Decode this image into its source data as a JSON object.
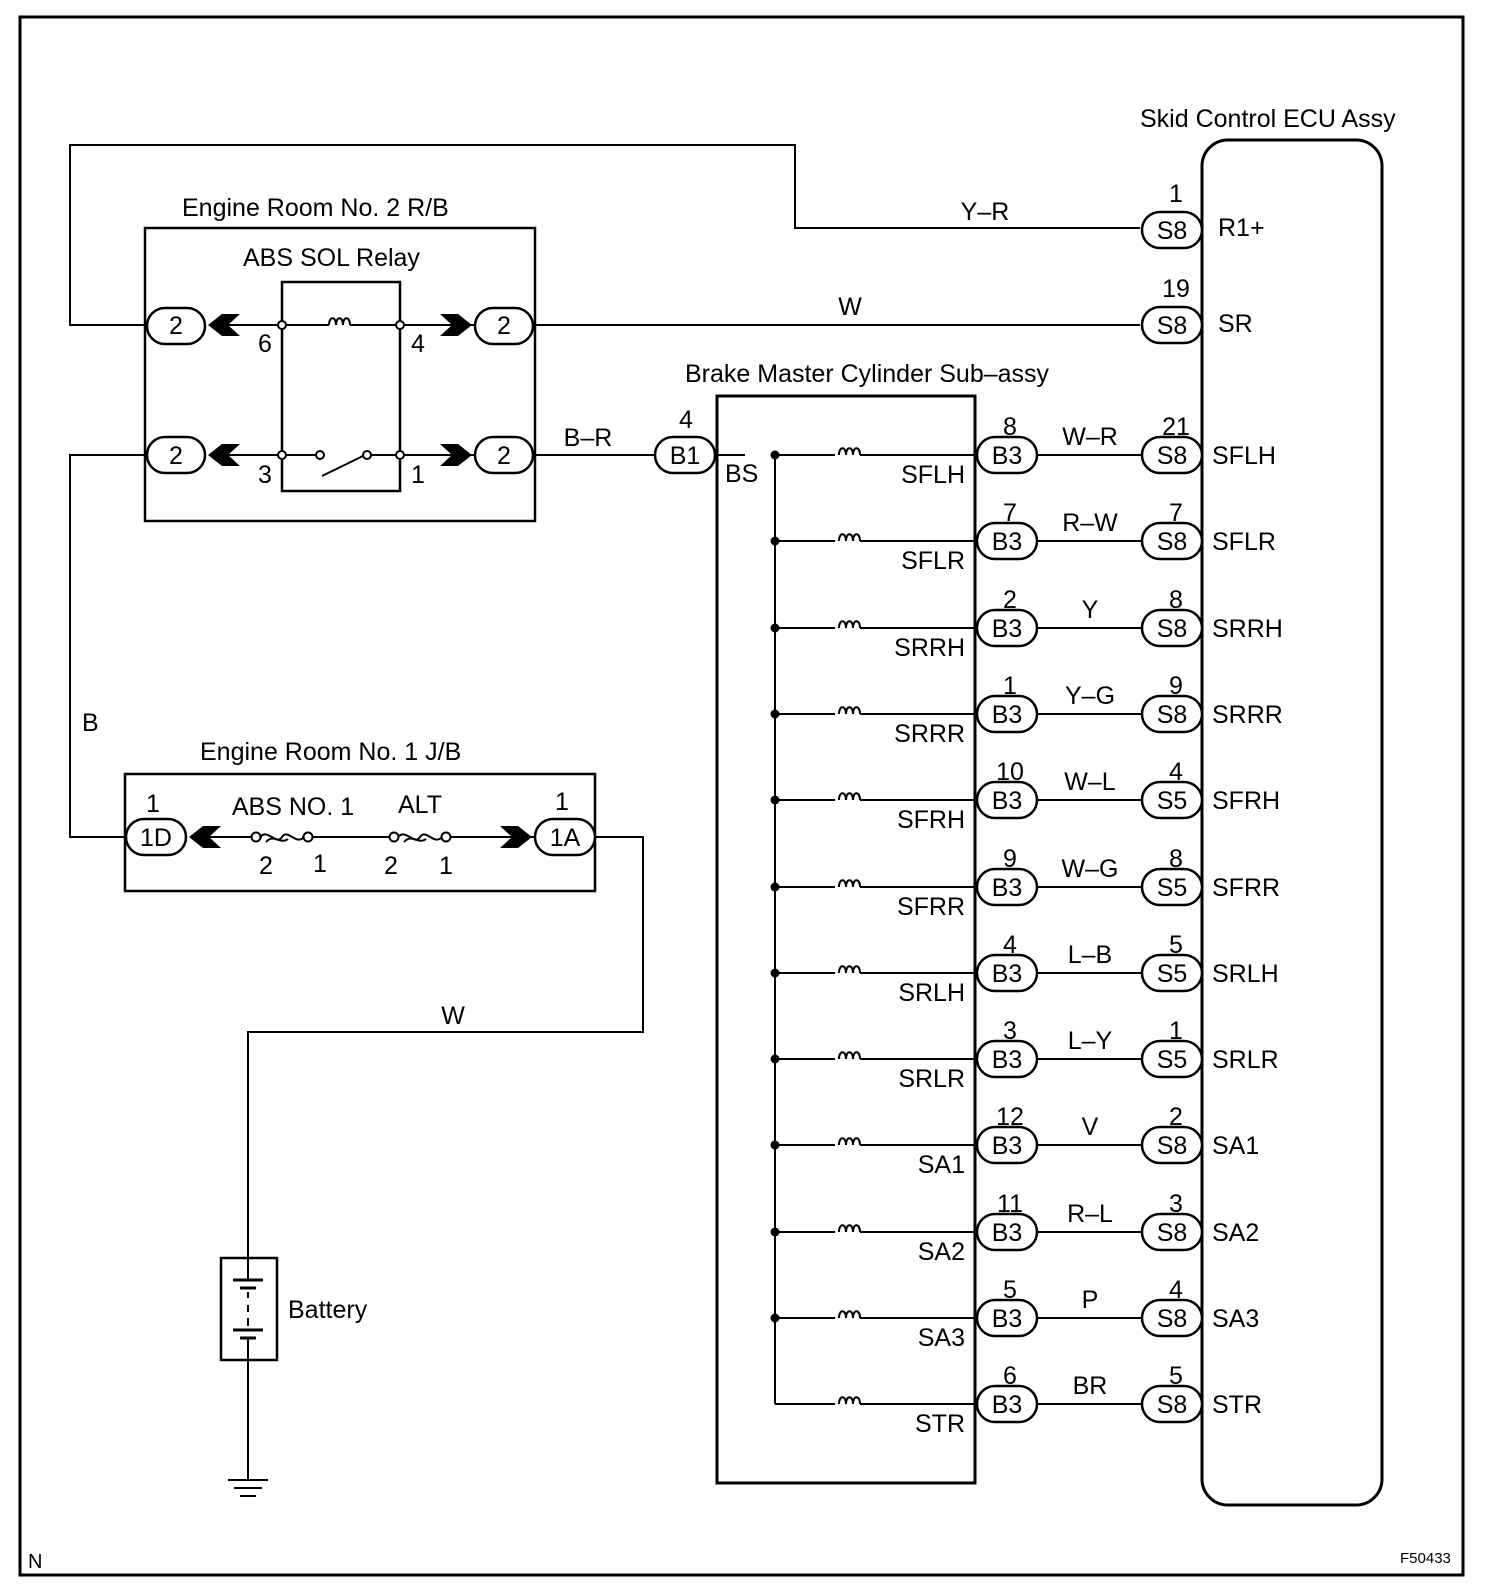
{
  "titles": {
    "ecu": "Skid Control ECU Assy",
    "rb2": "Engine Room No. 2 R/B",
    "relay": "ABS SOL Relay",
    "bmc": "Brake Master Cylinder Sub–assy",
    "jb1": "Engine Room No. 1 J/B",
    "battery": "Battery"
  },
  "relay": {
    "connector": "2",
    "pins": [
      "6",
      "4",
      "3",
      "1"
    ]
  },
  "top_wires": [
    {
      "color": "Y–R",
      "pin": "1",
      "conn": "S8",
      "signal": "R1+"
    },
    {
      "color": "W",
      "pin": "19",
      "conn": "S8",
      "signal": "SR"
    }
  ],
  "bmc": {
    "input_color": "B–R",
    "input_pin": "4",
    "input_conn": "B1",
    "bus_label": "BS"
  },
  "solenoids": [
    {
      "name": "SFLH",
      "b3_pin": "8",
      "color": "W–R",
      "ecu_pin": "21",
      "ecu_conn": "S8",
      "signal": "SFLH"
    },
    {
      "name": "SFLR",
      "b3_pin": "7",
      "color": "R–W",
      "ecu_pin": "7",
      "ecu_conn": "S8",
      "signal": "SFLR"
    },
    {
      "name": "SRRH",
      "b3_pin": "2",
      "color": "Y",
      "ecu_pin": "8",
      "ecu_conn": "S8",
      "signal": "SRRH"
    },
    {
      "name": "SRRR",
      "b3_pin": "1",
      "color": "Y–G",
      "ecu_pin": "9",
      "ecu_conn": "S8",
      "signal": "SRRR"
    },
    {
      "name": "SFRH",
      "b3_pin": "10",
      "color": "W–L",
      "ecu_pin": "4",
      "ecu_conn": "S5",
      "signal": "SFRH"
    },
    {
      "name": "SFRR",
      "b3_pin": "9",
      "color": "W–G",
      "ecu_pin": "8",
      "ecu_conn": "S5",
      "signal": "SFRR"
    },
    {
      "name": "SRLH",
      "b3_pin": "4",
      "color": "L–B",
      "ecu_pin": "5",
      "ecu_conn": "S5",
      "signal": "SRLH"
    },
    {
      "name": "SRLR",
      "b3_pin": "3",
      "color": "L–Y",
      "ecu_pin": "1",
      "ecu_conn": "S5",
      "signal": "SRLR"
    },
    {
      "name": "SA1",
      "b3_pin": "12",
      "color": "V",
      "ecu_pin": "2",
      "ecu_conn": "S8",
      "signal": "SA1"
    },
    {
      "name": "SA2",
      "b3_pin": "11",
      "color": "R–L",
      "ecu_pin": "3",
      "ecu_conn": "S8",
      "signal": "SA2"
    },
    {
      "name": "SA3",
      "b3_pin": "5",
      "color": "P",
      "ecu_pin": "4",
      "ecu_conn": "S8",
      "signal": "SA3"
    },
    {
      "name": "STR",
      "b3_pin": "6",
      "color": "BR",
      "ecu_pin": "5",
      "ecu_conn": "S8",
      "signal": "STR"
    }
  ],
  "b3_conn": "B3",
  "jb1": {
    "left_pin": "1",
    "left_conn": "1D",
    "right_pin": "1",
    "right_conn": "1A",
    "fuse1_name": "ABS NO. 1",
    "fuse1_pins": [
      "2",
      "1"
    ],
    "fuse2_name": "ALT",
    "fuse2_pins": [
      "2",
      "1"
    ]
  },
  "wires": {
    "left_vertical": "B",
    "battery_feed": "W"
  },
  "corner_left": "N",
  "figure_id": "F50433"
}
